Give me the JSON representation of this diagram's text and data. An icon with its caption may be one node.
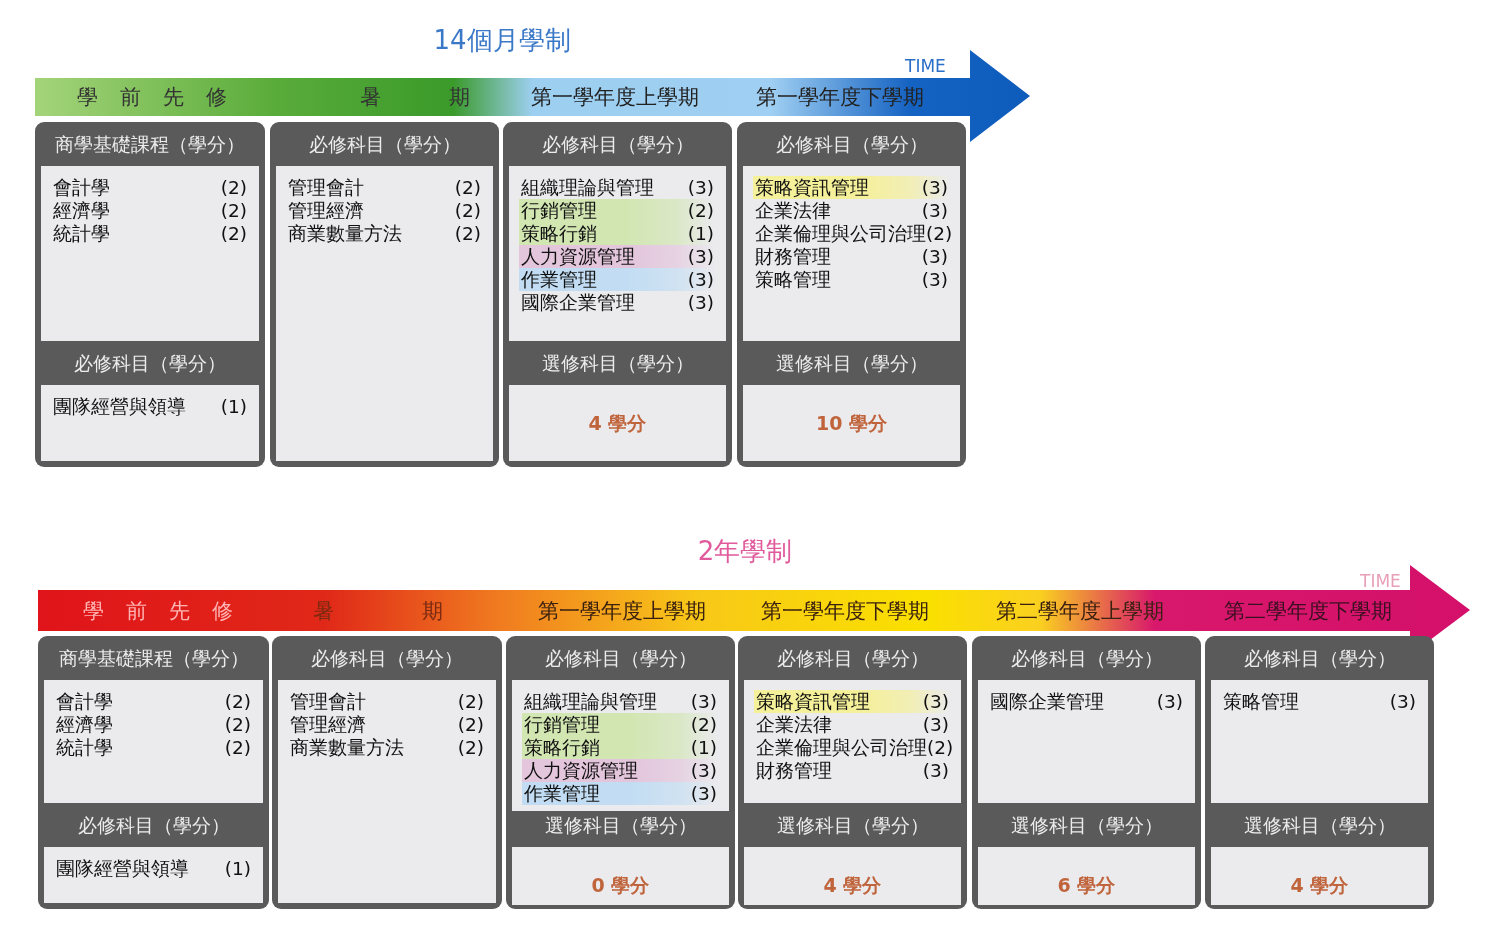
{
  "diagram": {
    "nodes": [
      {
        "text": [
          "TIME",
          "學 前 先 修",
          "暑 期",
          "第一學年度上學期",
          "第一學年度下學期"
        ]
      },
      {
        "text": [],
        "shape": "box"
      },
      {
        "text": [
          "商學基礎課程（學分）",
          "會計學",
          "(2)",
          "經濟學",
          "(2)",
          "統計學",
          "(2)"
        ],
        "in": 1
      },
      {
        "text": [
          "必修科目（學分）",
          "團隊經營與領導",
          "(1)"
        ],
        "in": 1
      },
      {
        "text": [],
        "shape": "box"
      },
      {
        "text": [
          "必修科目（學分）",
          "管理會計",
          "(2)",
          "管理經濟",
          "(2)",
          "商業數量方法",
          "(2)"
        ],
        "in": 4
      },
      {
        "text": [],
        "shape": "box"
      },
      {
        "text": [
          "必修科目（學分）",
          "組織理論與管理",
          "(3)",
          "行銷管理",
          "(2)",
          "策略行銷",
          "(1)",
          "人力資源管理",
          "(3)",
          "作業管理",
          "(3)",
          "國際企業管理",
          "(3)"
        ],
        "in": 6
      },
      {
        "text": [
          "選修科目（學分）",
          "4 學分"
        ],
        "in": 6
      },
      {
        "text": [],
        "shape": "box"
      },
      {
        "text": [
          "必修科目（學分）",
          "策略資訊管理",
          "(3)",
          "企業法律",
          "(3)",
          "企業倫理與公司治理",
          "(2)",
          "財務管理",
          "(3)",
          "策略管理",
          "(3)"
        ],
        "in": 9
      },
      {
        "text": [
          "選修科目（學分）",
          "10 學分"
        ],
        "in": 9
      },
      {
        "text": [
          "TIME",
          "學 前 先 修",
          "暑 期",
          "第一學年度上學期",
          "第一學年度下學期",
          "第二學年度上學期",
          "第二學年度下學期"
        ]
      },
      {
        "text": [],
        "shape": "box"
      },
      {
        "text": [
          "商學基礎課程（學分）",
          "會計學",
          "(2)",
          "經濟學",
          "(2)",
          "統計學",
          "(2)"
        ],
        "in": 13
      },
      {
        "text": [
          "必修科目（學分）",
          "團隊經營與領導",
          "(1)"
        ],
        "in": 13
      },
      {
        "text": [],
        "shape": "box"
      },
      {
        "text": [
          "必修科目（學分）",
          "管理會計",
          "(2)",
          "管理經濟",
          "(2)",
          "商業數量方法",
          "(2)"
        ],
        "in": 16
      },
      {
        "text": [],
        "shape": "box"
      },
      {
        "text": [
          "必修科目（學分）",
          "組織理論與管理",
          "(3)",
          "行銷管理",
          "(2)",
          "策略行銷",
          "(1)",
          "人力資源管理",
          "(3)",
          "作業管理",
          "(3)"
        ],
        "in": 18
      },
      {
        "text": [
          "選修科目（學分）",
          "0 學分"
        ],
        "in": 18
      },
      {
        "text": [],
        "shape": "box"
      },
      {
        "text": [
          "必修科目（學分）",
          "策略資訊管理",
          "(3)",
          "企業法律",
          "(3)",
          "企業倫理與公司治理",
          "(2)",
          "財務管理",
          "(3)"
        ],
        "in": 21
      },
      {
        "text": [
          "選修科目（學分）",
          "4 學分"
        ],
        "in": 21
      },
      {
        "text": [],
        "shape": "box"
      },
      {
        "text": [
          "必修科目（學分）",
          "國際企業管理",
          "(3)"
        ],
        "in": 24
      },
      {
        "text": [
          "選修科目（學分）",
          "6 學分"
        ],
        "in": 24
      },
      {
        "text": [],
        "shape": "box"
      },
      {
        "text": [
          "必修科目（學分）",
          "策略管理",
          "(3)"
        ],
        "in": 27
      },
      {
        "text": [
          "選修科目（學分）",
          "4 學分"
        ],
        "in": 27
      }
    ],
    "labels": [
      "14個月學制",
      "2年學制"
    ]
  }
}
